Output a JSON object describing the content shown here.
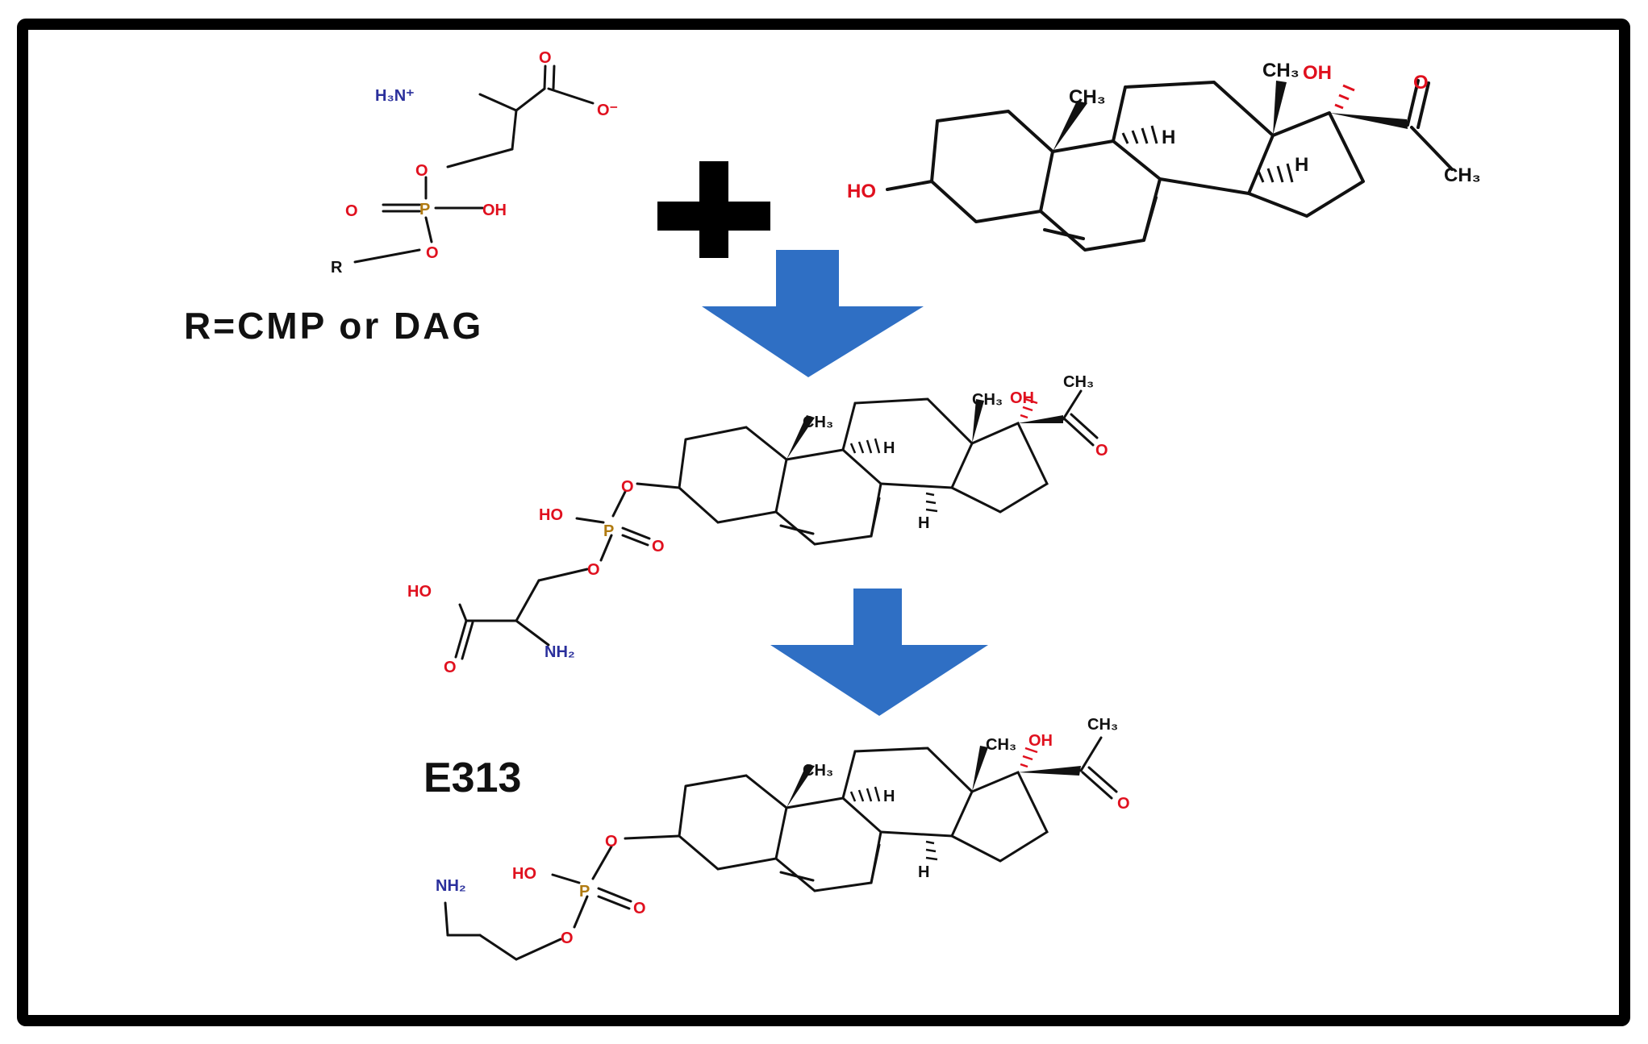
{
  "colors": {
    "border": "#000000",
    "arrow": "#2f6fc4",
    "oxygen": "#e0101e",
    "nitrogen": "#2a2f9c",
    "phosphorus": "#b07a10",
    "carbon": "#111111"
  },
  "labels": {
    "r_definition": "R=CMP or DAG",
    "product_name": "E313"
  },
  "atoms": {
    "h3n": "H₃N⁺",
    "o": "O",
    "o_minus": "O⁻",
    "oh": "OH",
    "ho": "HO",
    "p": "P",
    "r": "R",
    "ch3": "CH₃",
    "h": "H",
    "nh2": "NH₂"
  },
  "icons": {
    "plus": "plus-icon",
    "arrow": "down-arrow-icon"
  }
}
